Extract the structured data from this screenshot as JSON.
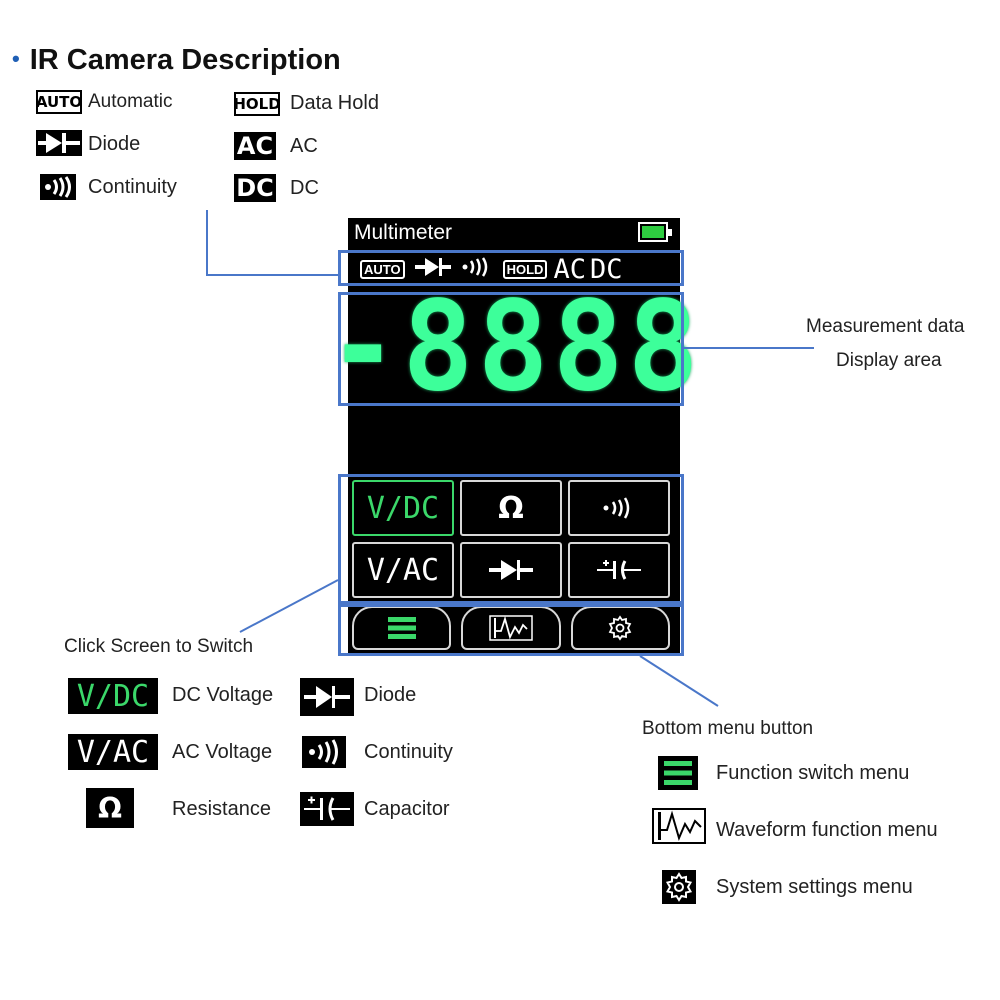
{
  "title": "IR Camera Description",
  "status_legend": [
    {
      "icon": "AUTO",
      "label": "Automatic"
    },
    {
      "icon": "diode",
      "label": "Diode"
    },
    {
      "icon": "continuity",
      "label": "Continuity"
    },
    {
      "icon": "HOLD",
      "label": "Data Hold"
    },
    {
      "icon": "AC",
      "label": "AC"
    },
    {
      "icon": "DC",
      "label": "DC"
    }
  ],
  "device": {
    "title": "Multimeter",
    "status_icons": {
      "auto": "AUTO",
      "hold": "HOLD",
      "ac": "AC",
      "dc": "DC"
    },
    "reading": "-8888",
    "functions": [
      "V/DC",
      "Ω",
      "continuity",
      "V/AC",
      "diode",
      "capacitor"
    ],
    "active_function": "V/DC",
    "tabs": [
      "menu-icon",
      "waveform-icon",
      "gear-icon"
    ]
  },
  "callouts": {
    "measurement_line1": "Measurement data",
    "measurement_line2": "Display area",
    "click_switch": "Click Screen to Switch",
    "bottom_menu": "Bottom menu button"
  },
  "function_legend": {
    "vdc_icon": "V/DC",
    "vdc": "DC Voltage",
    "vac_icon": "V/AC",
    "vac": "AC Voltage",
    "ohm_icon": "Ω",
    "ohm": "Resistance",
    "diode": "Diode",
    "continuity": "Continuity",
    "capacitor": "Capacitor"
  },
  "menu_legend": {
    "function_switch": "Function switch menu",
    "waveform": "Waveform function menu",
    "settings": "System settings menu"
  },
  "colors": {
    "accent_green": "#3dff9a",
    "active_green": "#3bd86a",
    "highlight_blue": "#4a77c9",
    "battery_green": "#2ecc40"
  }
}
